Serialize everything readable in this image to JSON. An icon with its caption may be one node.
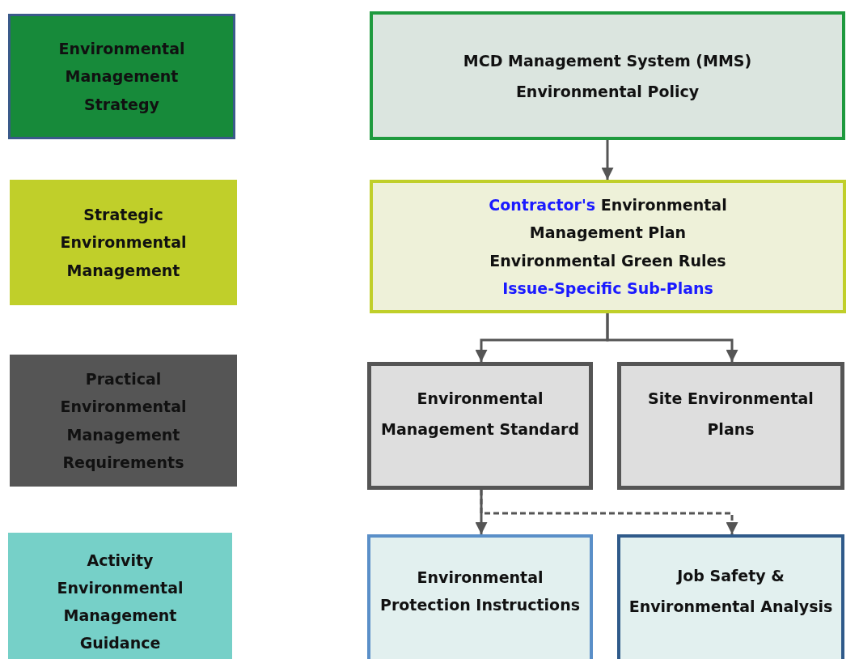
{
  "diagram": {
    "nodes": [
      {
        "text": [
          "Environmental Management Strategy"
        ]
      },
      {
        "text": [
          "Strategic Environmental Management"
        ]
      },
      {
        "text": [
          "Practical Environmental Management Requirements"
        ]
      },
      {
        "text": [
          "Activity Environmental Management Guidance"
        ]
      },
      {
        "text": [
          "MCD Management System (MMS)",
          "Environmental Policy"
        ]
      },
      {
        "text": [
          "Contractor's Environmental Management Plan",
          "Environmental Green Rules",
          "Issue-Specific Sub-Plans"
        ]
      },
      {
        "text": [
          "Environmental Management Standard"
        ]
      },
      {
        "text": [
          "Site Environmental Plans"
        ]
      },
      {
        "text": [
          "Environmental Protection Instructions"
        ]
      },
      {
        "text": [
          "Job Safety & Environmental Analysis"
        ]
      }
    ],
    "edges": [
      {
        "from": 4,
        "to": 5,
        "arrow": "to"
      },
      {
        "from": 5,
        "to": 6,
        "arrow": "to"
      },
      {
        "from": 5,
        "to": 7,
        "arrow": "to"
      },
      {
        "from": 6,
        "to": 8,
        "arrow": "to"
      },
      {
        "from": 6,
        "to": 9,
        "arrow": "to",
        "style": "dashed"
      }
    ]
  }
}
